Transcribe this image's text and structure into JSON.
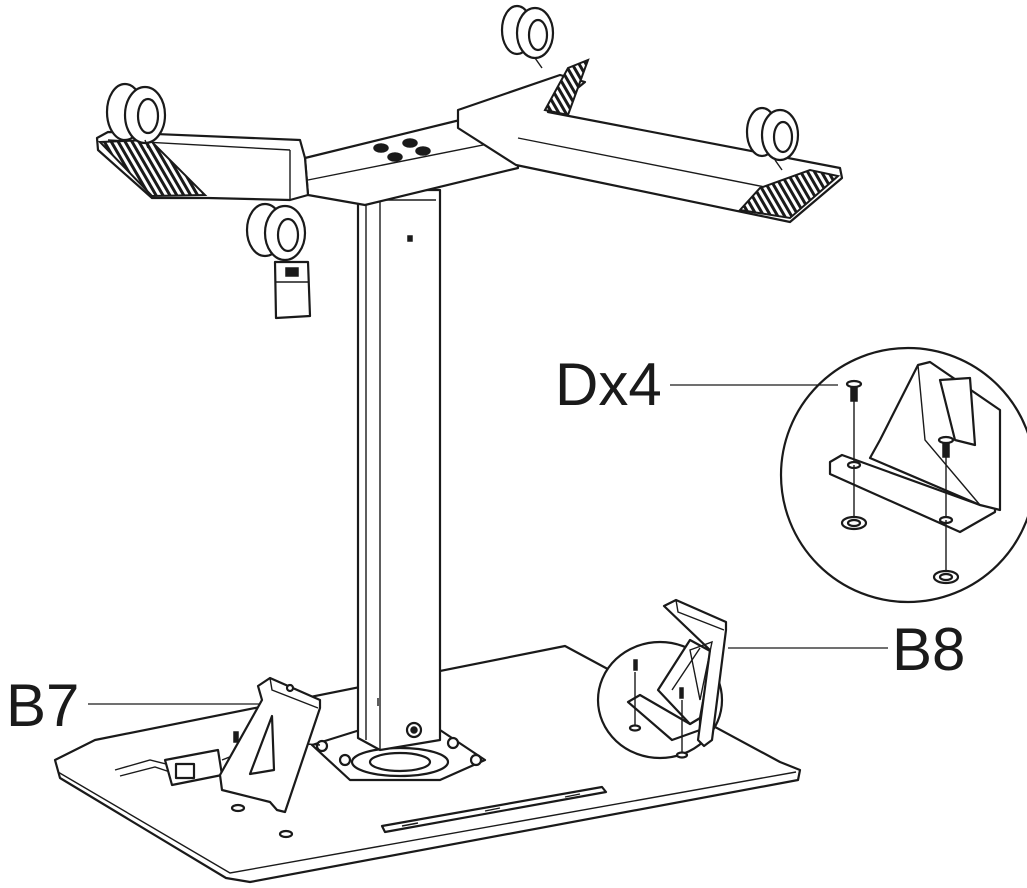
{
  "labels": {
    "screw_callout": "Dx4",
    "bracket_right": "B8",
    "bracket_left": "B7"
  },
  "colors": {
    "ink": "#1a1a1a",
    "paper": "#ffffff"
  },
  "icons": {
    "caster": "caster-wheel-icon",
    "screw": "screw-icon",
    "bracket": "bracket-icon"
  }
}
